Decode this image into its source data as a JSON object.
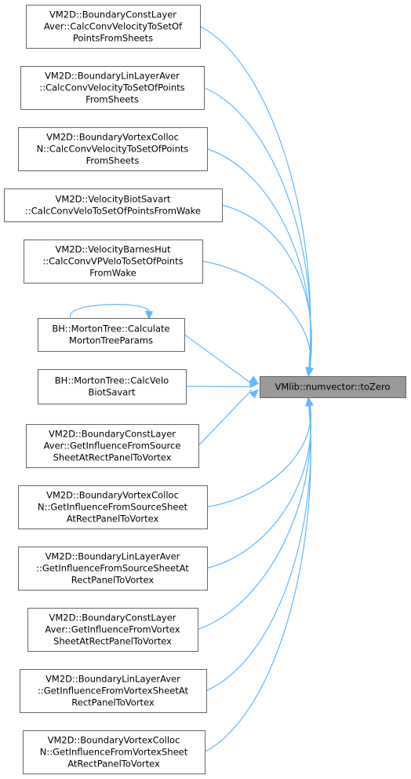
{
  "target": {
    "label": "VMlib::numvector::toZero"
  },
  "callers": [
    {
      "id": "n1",
      "lines": [
        "VM2D::BoundaryConstLayer",
        "Aver::CalcConvVelocityToSetOf",
        "PointsFromSheets"
      ]
    },
    {
      "id": "n2",
      "lines": [
        "VM2D::BoundaryLinLayerAver",
        "::CalcConvVelocityToSetOfPoints",
        "FromSheets"
      ]
    },
    {
      "id": "n3",
      "lines": [
        "VM2D::BoundaryVortexColloc",
        "N::CalcConvVelocityToSetOfPoints",
        "FromSheets"
      ]
    },
    {
      "id": "n4",
      "lines": [
        "VM2D::VelocityBiotSavart",
        "::CalcConvVeloToSetOfPointsFromWake"
      ]
    },
    {
      "id": "n5",
      "lines": [
        "VM2D::VelocityBarnesHut",
        "::CalcConvVPVeloToSetOfPoints",
        "FromWake"
      ]
    },
    {
      "id": "n6",
      "lines": [
        "BH::MortonTree::Calculate",
        "MortonTreeParams"
      ],
      "self_call": true
    },
    {
      "id": "n7",
      "lines": [
        "BH::MortonTree::CalcVelo",
        "BiotSavart"
      ]
    },
    {
      "id": "n8",
      "lines": [
        "VM2D::BoundaryConstLayer",
        "Aver::GetInfluenceFromSource",
        "SheetAtRectPanelToVortex"
      ]
    },
    {
      "id": "n9",
      "lines": [
        "VM2D::BoundaryVortexColloc",
        "N::GetInfluenceFromSourceSheet",
        "AtRectPanelToVortex"
      ]
    },
    {
      "id": "n10",
      "lines": [
        "VM2D::BoundaryLinLayerAver",
        "::GetInfluenceFromSourceSheetAt",
        "RectPanelToVortex"
      ]
    },
    {
      "id": "n11",
      "lines": [
        "VM2D::BoundaryConstLayer",
        "Aver::GetInfluenceFromVortex",
        "SheetAtRectPanelToVortex"
      ]
    },
    {
      "id": "n12",
      "lines": [
        "VM2D::BoundaryLinLayerAver",
        "::GetInfluenceFromVortexSheetAt",
        "RectPanelToVortex"
      ]
    },
    {
      "id": "n13",
      "lines": [
        "VM2D::BoundaryVortexColloc",
        "N::GetInfluenceFromVortexSheet",
        "AtRectPanelToVortex"
      ]
    }
  ],
  "colors": {
    "edge": "#63b8ff",
    "target_fill": "#999999",
    "node_border": "#666666",
    "node_fill": "#ffffff"
  }
}
